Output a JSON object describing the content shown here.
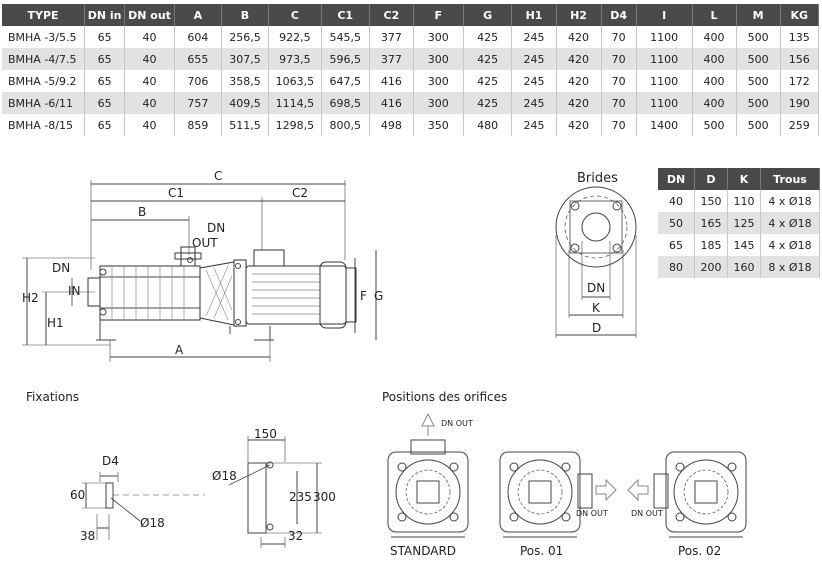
{
  "main_table": {
    "headers": [
      "TYPE",
      "DN in",
      "DN out",
      "A",
      "B",
      "C",
      "C1",
      "C2",
      "F",
      "G",
      "H1",
      "H2",
      "D4",
      "I",
      "L",
      "M",
      "KG"
    ],
    "rows": [
      [
        "BMHA -3/5.5",
        "65",
        "40",
        "604",
        "256,5",
        "922,5",
        "545,5",
        "377",
        "300",
        "425",
        "245",
        "420",
        "70",
        "1100",
        "400",
        "500",
        "135"
      ],
      [
        "BMHA -4/7.5",
        "65",
        "40",
        "655",
        "307,5",
        "973,5",
        "596,5",
        "377",
        "300",
        "425",
        "245",
        "420",
        "70",
        "1100",
        "400",
        "500",
        "156"
      ],
      [
        "BMHA -5/9.2",
        "65",
        "40",
        "706",
        "358,5",
        "1063,5",
        "647,5",
        "416",
        "300",
        "425",
        "245",
        "420",
        "70",
        "1100",
        "400",
        "500",
        "172"
      ],
      [
        "BMHA -6/11",
        "65",
        "40",
        "757",
        "409,5",
        "1114,5",
        "698,5",
        "416",
        "300",
        "425",
        "245",
        "420",
        "70",
        "1100",
        "400",
        "500",
        "190"
      ],
      [
        "BMHA -8/15",
        "65",
        "40",
        "859",
        "511,5",
        "1298,5",
        "800,5",
        "498",
        "350",
        "480",
        "245",
        "420",
        "70",
        "1400",
        "500",
        "500",
        "259"
      ]
    ]
  },
  "brides": {
    "title": "Brides",
    "headers": [
      "DN",
      "D",
      "K",
      "Trous"
    ],
    "rows": [
      [
        "40",
        "150",
        "110",
        "4 x Ø18"
      ],
      [
        "50",
        "165",
        "125",
        "4 x Ø18"
      ],
      [
        "65",
        "185",
        "145",
        "4 x Ø18"
      ],
      [
        "80",
        "200",
        "160",
        "8 x Ø18"
      ]
    ],
    "labels": {
      "dn": "DN",
      "k": "K",
      "d": "D"
    }
  },
  "pump_drawing": {
    "labels": {
      "c": "C",
      "c1": "C1",
      "c2": "C2",
      "b": "B",
      "dn_out": "DN",
      "out": "OUT",
      "dn_in": "DN",
      "in": "IN",
      "h2": "H2",
      "h1": "H1",
      "a": "A",
      "f": "F",
      "g": "G"
    }
  },
  "fixations": {
    "title": "Fixations",
    "labels": {
      "d4": "D4",
      "h60": "60",
      "w38": "38",
      "hole1": "Ø18",
      "w150": "150",
      "hole2": "Ø18",
      "h235": "235",
      "h300": "300",
      "w32": "32"
    }
  },
  "orifices": {
    "title": "Positions des orifices",
    "labels": {
      "dn_out_top": "DN OUT",
      "dn_out_right": "DN OUT",
      "dn_out_left": "DN OUT",
      "standard": "STANDARD",
      "pos01": "Pos. 01",
      "pos02": "Pos. 02"
    }
  }
}
